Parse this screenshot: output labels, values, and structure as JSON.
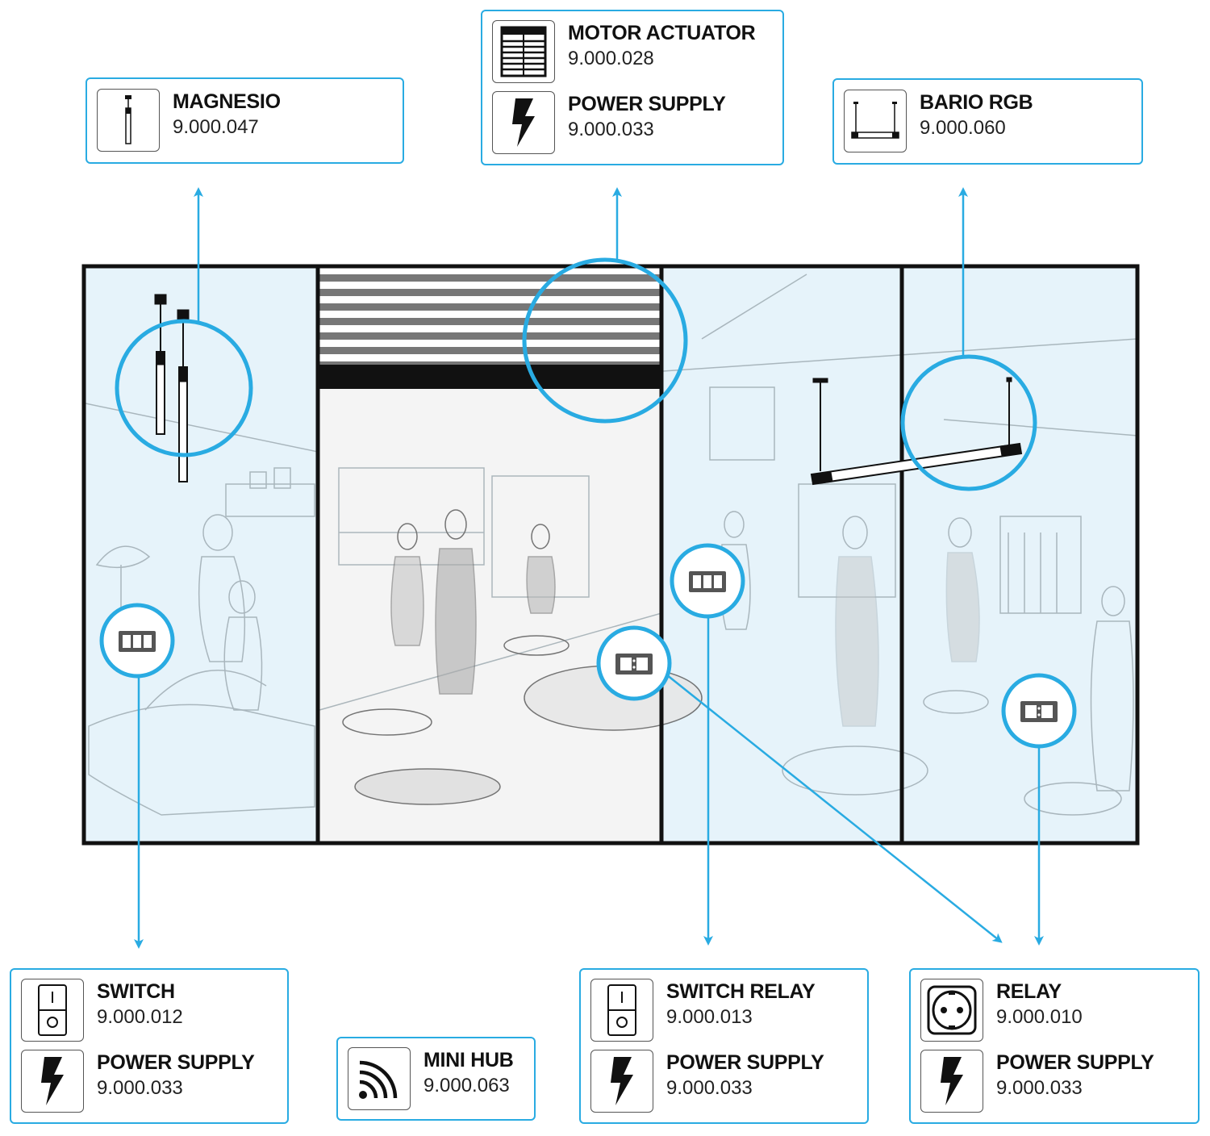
{
  "colors": {
    "accent": "#29abe2",
    "frame": "#111111",
    "glass": "#e6f3fa"
  },
  "cards": {
    "magnesio": {
      "name": "MAGNESIO",
      "code": "9.000.047",
      "icon": "pendant-tube-icon"
    },
    "motor_group": {
      "items": [
        {
          "name": "MOTOR ACTUATOR",
          "code": "9.000.028",
          "icon": "shutter-icon"
        },
        {
          "name": "POWER SUPPLY",
          "code": "9.000.033",
          "icon": "lightning-icon"
        }
      ]
    },
    "bario": {
      "name": "BARIO RGB",
      "code": "9.000.060",
      "icon": "linear-pendant-icon"
    },
    "switch_group": {
      "items": [
        {
          "name": "SWITCH",
          "code": "9.000.012",
          "icon": "rocker-switch-icon"
        },
        {
          "name": "POWER SUPPLY",
          "code": "9.000.033",
          "icon": "lightning-icon"
        }
      ]
    },
    "minihub": {
      "name": "MINI HUB",
      "code": "9.000.063",
      "icon": "wifi-signal-icon"
    },
    "switch_relay_group": {
      "items": [
        {
          "name": "SWITCH RELAY",
          "code": "9.000.013",
          "icon": "rocker-switch-icon"
        },
        {
          "name": "POWER SUPPLY",
          "code": "9.000.033",
          "icon": "lightning-icon"
        }
      ]
    },
    "relay_group": {
      "items": [
        {
          "name": "RELAY",
          "code": "9.000.010",
          "icon": "socket-icon"
        },
        {
          "name": "POWER SUPPLY",
          "code": "9.000.033",
          "icon": "lightning-icon"
        }
      ]
    }
  }
}
